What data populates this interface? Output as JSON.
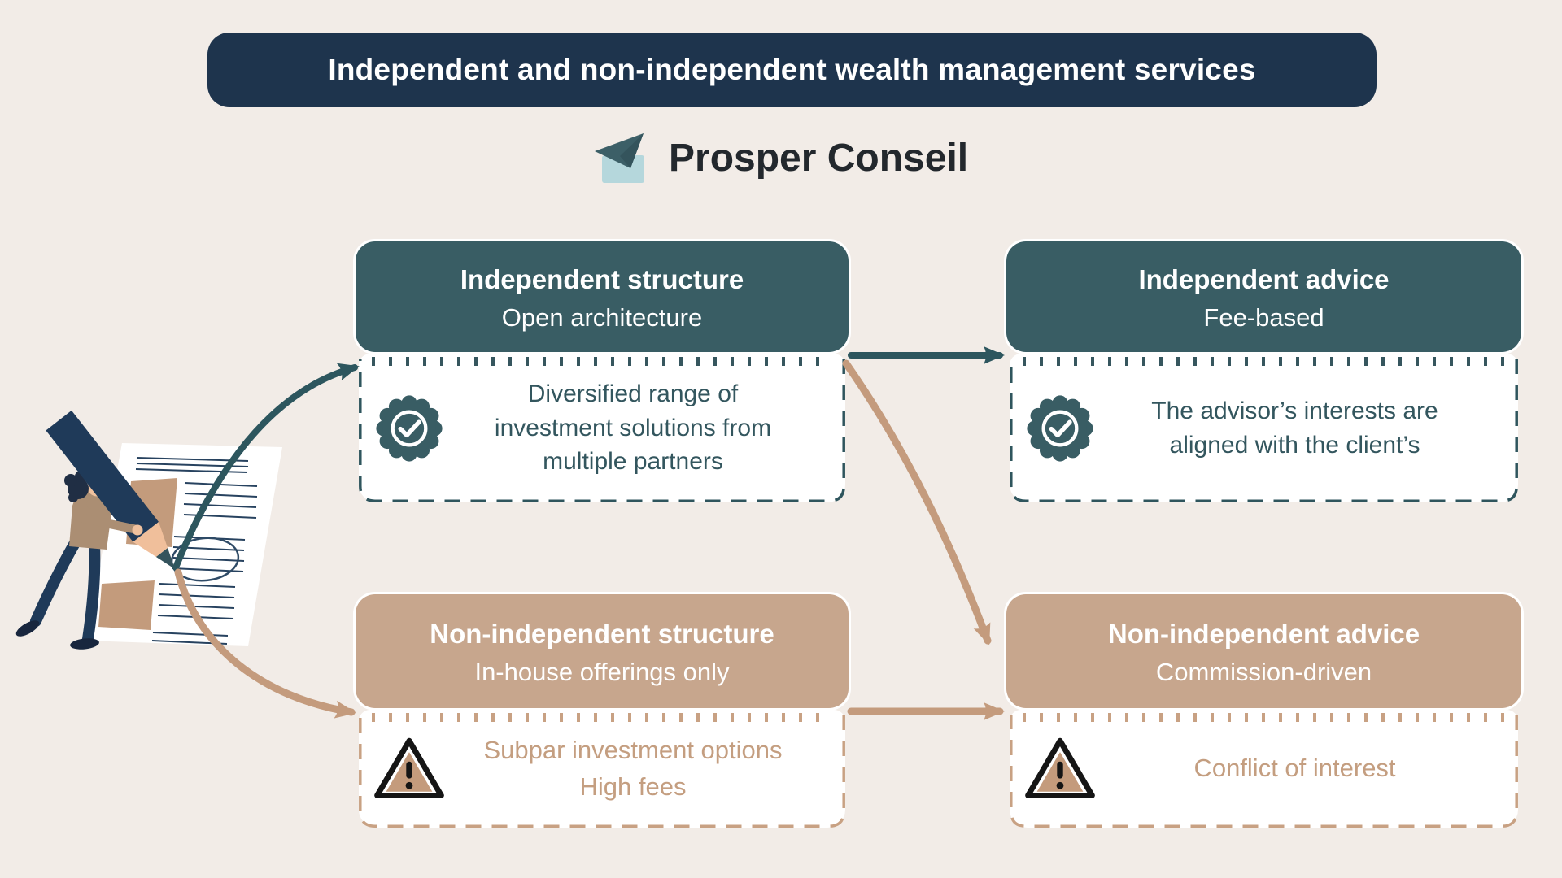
{
  "banner": {
    "text": "Independent and non-independent wealth management services"
  },
  "brand": {
    "name": "Prosper Conseil",
    "logo_icon": "paper-plane-icon"
  },
  "nodes": {
    "independent_structure": {
      "title": "Independent structure",
      "subtitle": "Open architecture",
      "icon": "badge-check-icon",
      "detail_lines": [
        "Diversified range of",
        "investment solutions from",
        "multiple partners"
      ]
    },
    "independent_advice": {
      "title": "Independent advice",
      "subtitle": "Fee-based",
      "icon": "badge-check-icon",
      "detail_lines": [
        "The advisor’s interests are",
        "aligned with the client’s"
      ]
    },
    "non_independent_structure": {
      "title": "Non-independent structure",
      "subtitle": "In-house offerings only",
      "icon": "warning-icon",
      "detail_lines": [
        "Subpar investment options",
        "High fees"
      ]
    },
    "non_independent_advice": {
      "title": "Non-independent advice",
      "subtitle": "Commission-driven",
      "icon": "warning-icon",
      "detail_lines": [
        "Conflict of interest"
      ]
    }
  },
  "colors": {
    "banner_navy": "#1e344d",
    "teal": "#395d64",
    "teal_accent": "#2f555d",
    "tan": "#c7a68d",
    "tan_accent": "#c49b7d",
    "background_cream": "#f2ece7",
    "logo_blue": "#b5d7dc",
    "logo_plane": "#3c5f67",
    "white": "#ffffff"
  }
}
